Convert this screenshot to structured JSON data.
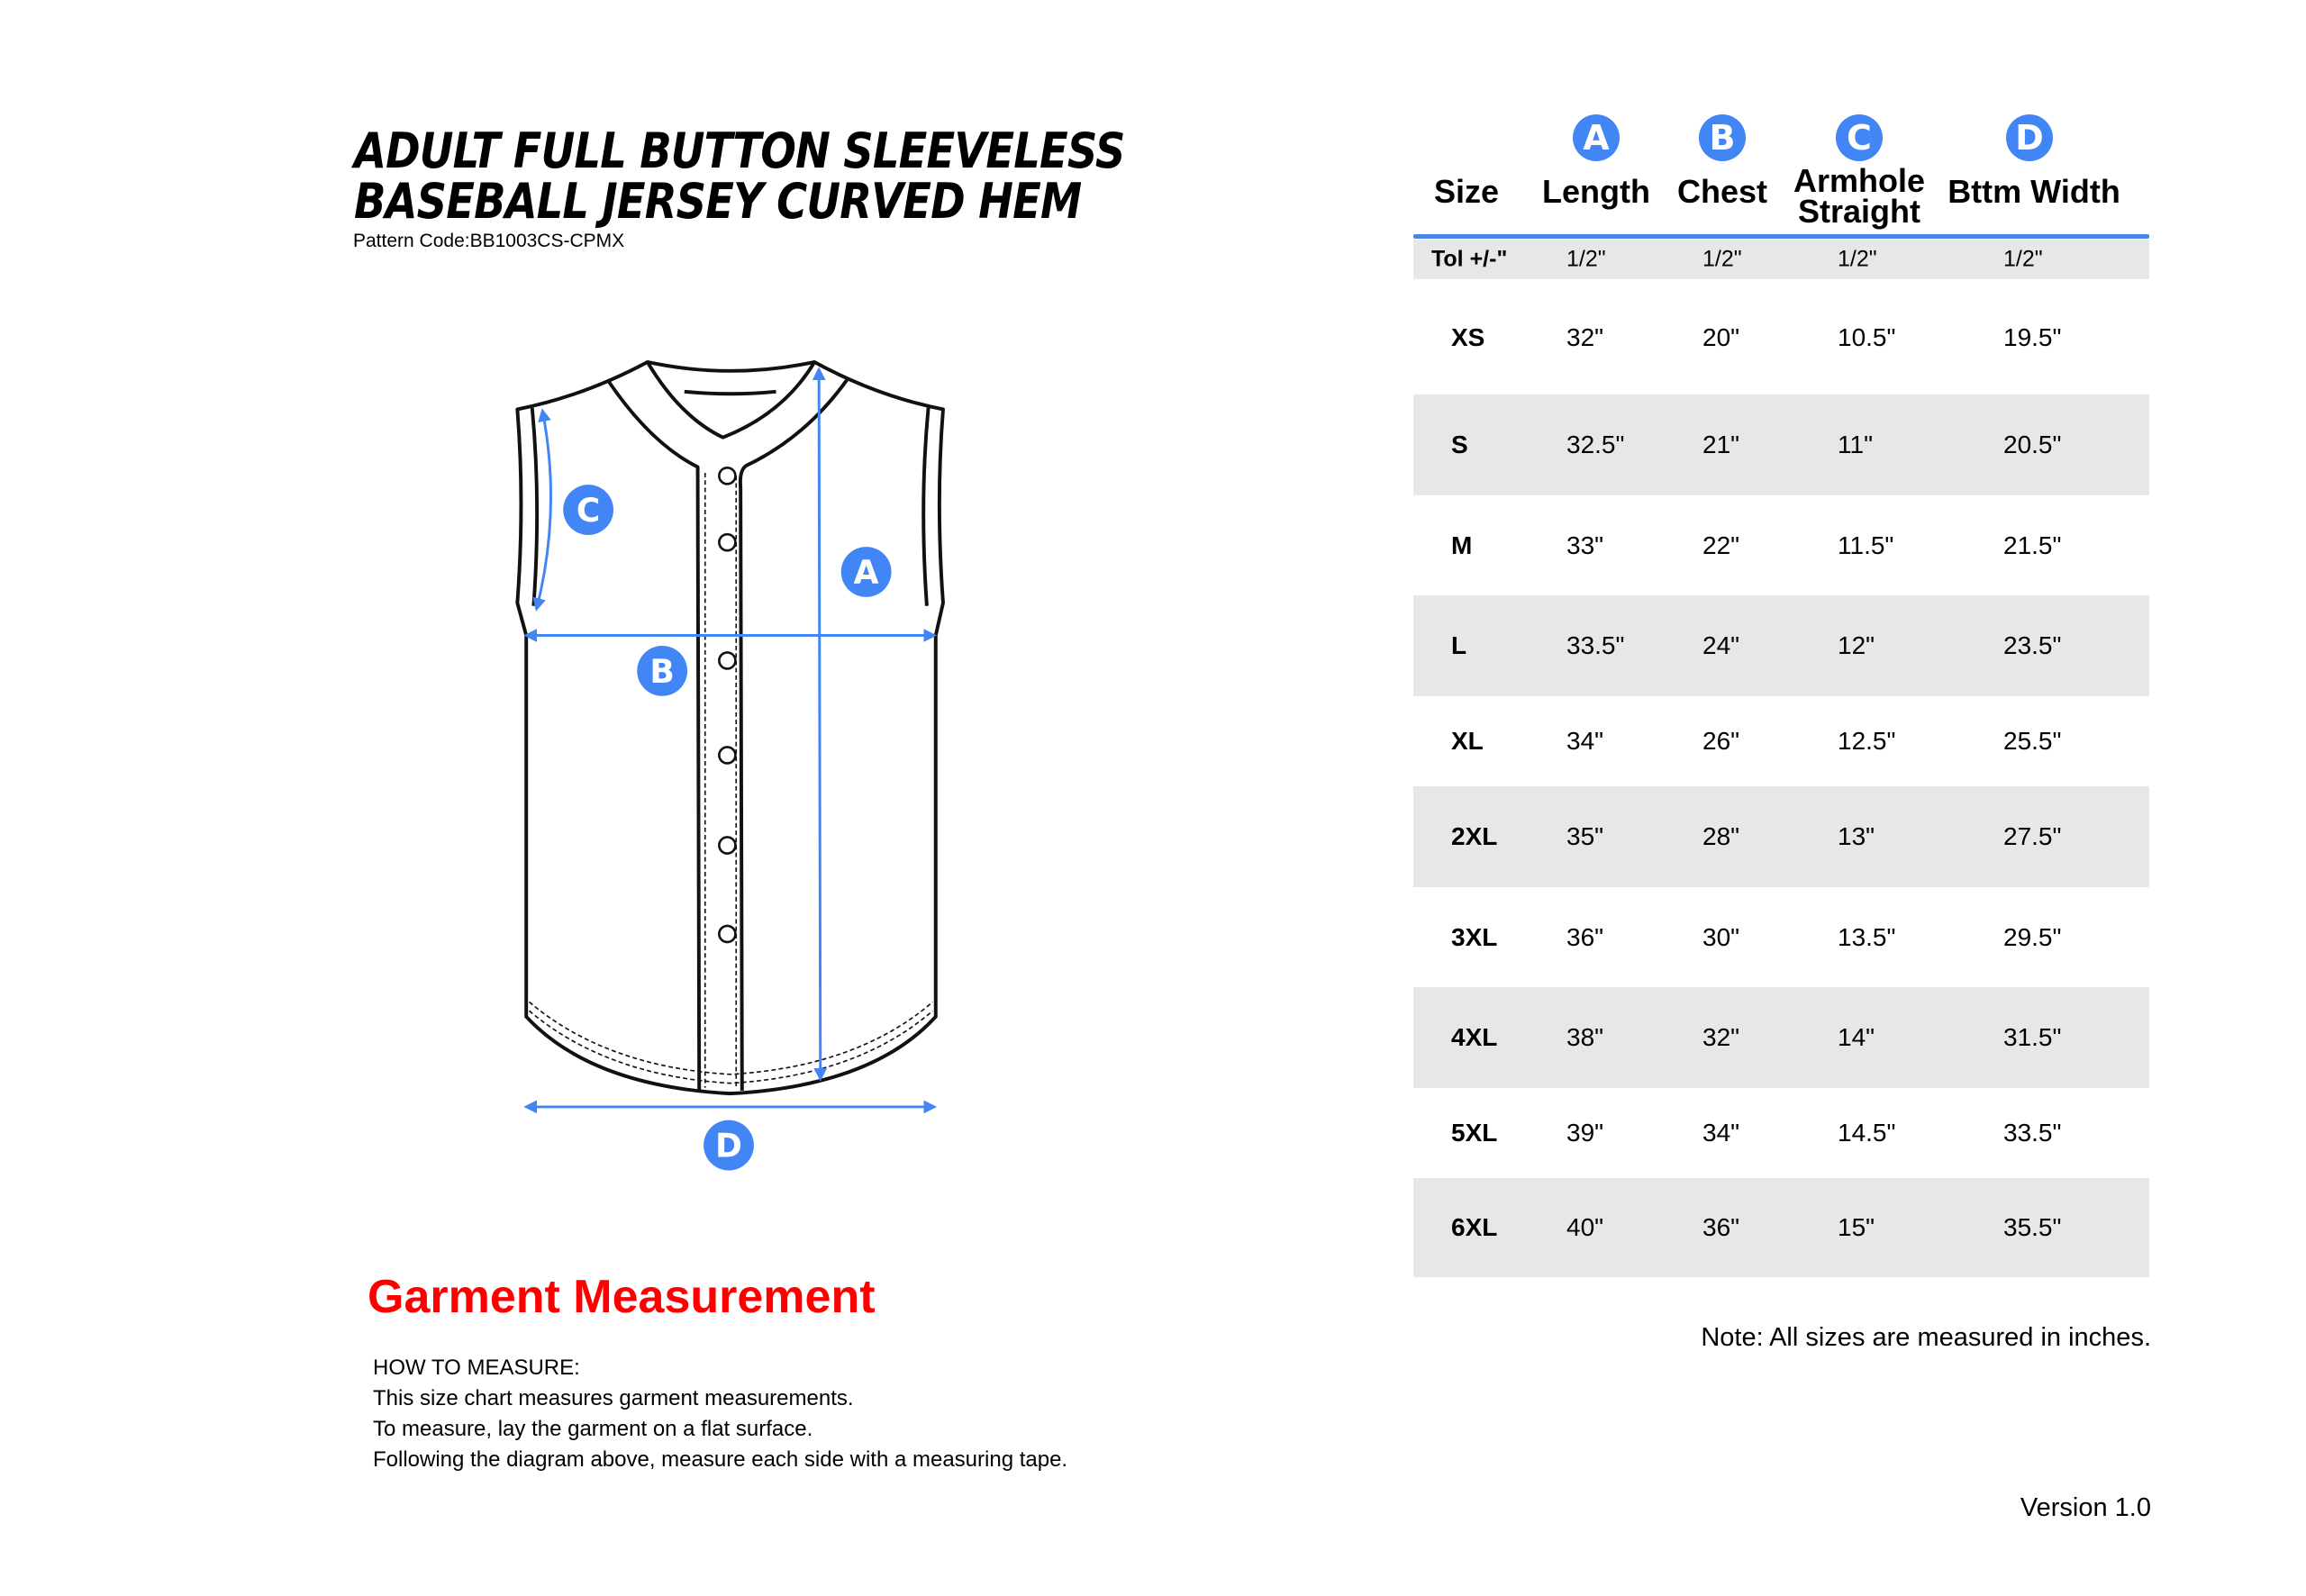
{
  "title": {
    "line1": "ADULT FULL BUTTON SLEEVELESS",
    "line2": "BASEBALL JERSEY CURVED HEM",
    "pattern_code": "Pattern Code:BB1003CS-CPMX"
  },
  "diagram": {
    "labels": [
      "A",
      "B",
      "C",
      "D"
    ],
    "accent_color": "#4285f4"
  },
  "garment_heading": "Garment Measurement",
  "how_to": [
    "HOW TO MEASURE:",
    "This size chart measures garment measurements.",
    "To measure, lay the garment on a flat surface.",
    "Following the diagram above, measure each side with a measuring tape."
  ],
  "table": {
    "headers": [
      {
        "badge": "",
        "label": "Size"
      },
      {
        "badge": "A",
        "label": "Length"
      },
      {
        "badge": "B",
        "label": "Chest"
      },
      {
        "badge": "C",
        "label": "Armhole",
        "label2": "Straight"
      },
      {
        "badge": "D",
        "label": "Bttm Width"
      }
    ],
    "tolerance": [
      "Tol +/-\"",
      "1/2\"",
      "1/2\"",
      "1/2\"",
      "1/2\""
    ],
    "rows": [
      [
        "XS",
        "32\"",
        "20\"",
        "10.5\"",
        "19.5\""
      ],
      [
        "S",
        "32.5\"",
        "21\"",
        "11\"",
        "20.5\""
      ],
      [
        "M",
        "33\"",
        "22\"",
        "11.5\"",
        "21.5\""
      ],
      [
        "L",
        "33.5\"",
        "24\"",
        "12\"",
        "23.5\""
      ],
      [
        "XL",
        "34\"",
        "26\"",
        "12.5\"",
        "25.5\""
      ],
      [
        "2XL",
        "35\"",
        "28\"",
        "13\"",
        "27.5\""
      ],
      [
        "3XL",
        "36\"",
        "30\"",
        "13.5\"",
        "29.5\""
      ],
      [
        "4XL",
        "38\"",
        "32\"",
        "14\"",
        "31.5\""
      ],
      [
        "5XL",
        "39\"",
        "34\"",
        "14.5\"",
        "33.5\""
      ],
      [
        "6XL",
        "40\"",
        "36\"",
        "15\"",
        "35.5\""
      ]
    ]
  },
  "note": "Note: All sizes are measured in inches.",
  "version": "Version 1.0"
}
